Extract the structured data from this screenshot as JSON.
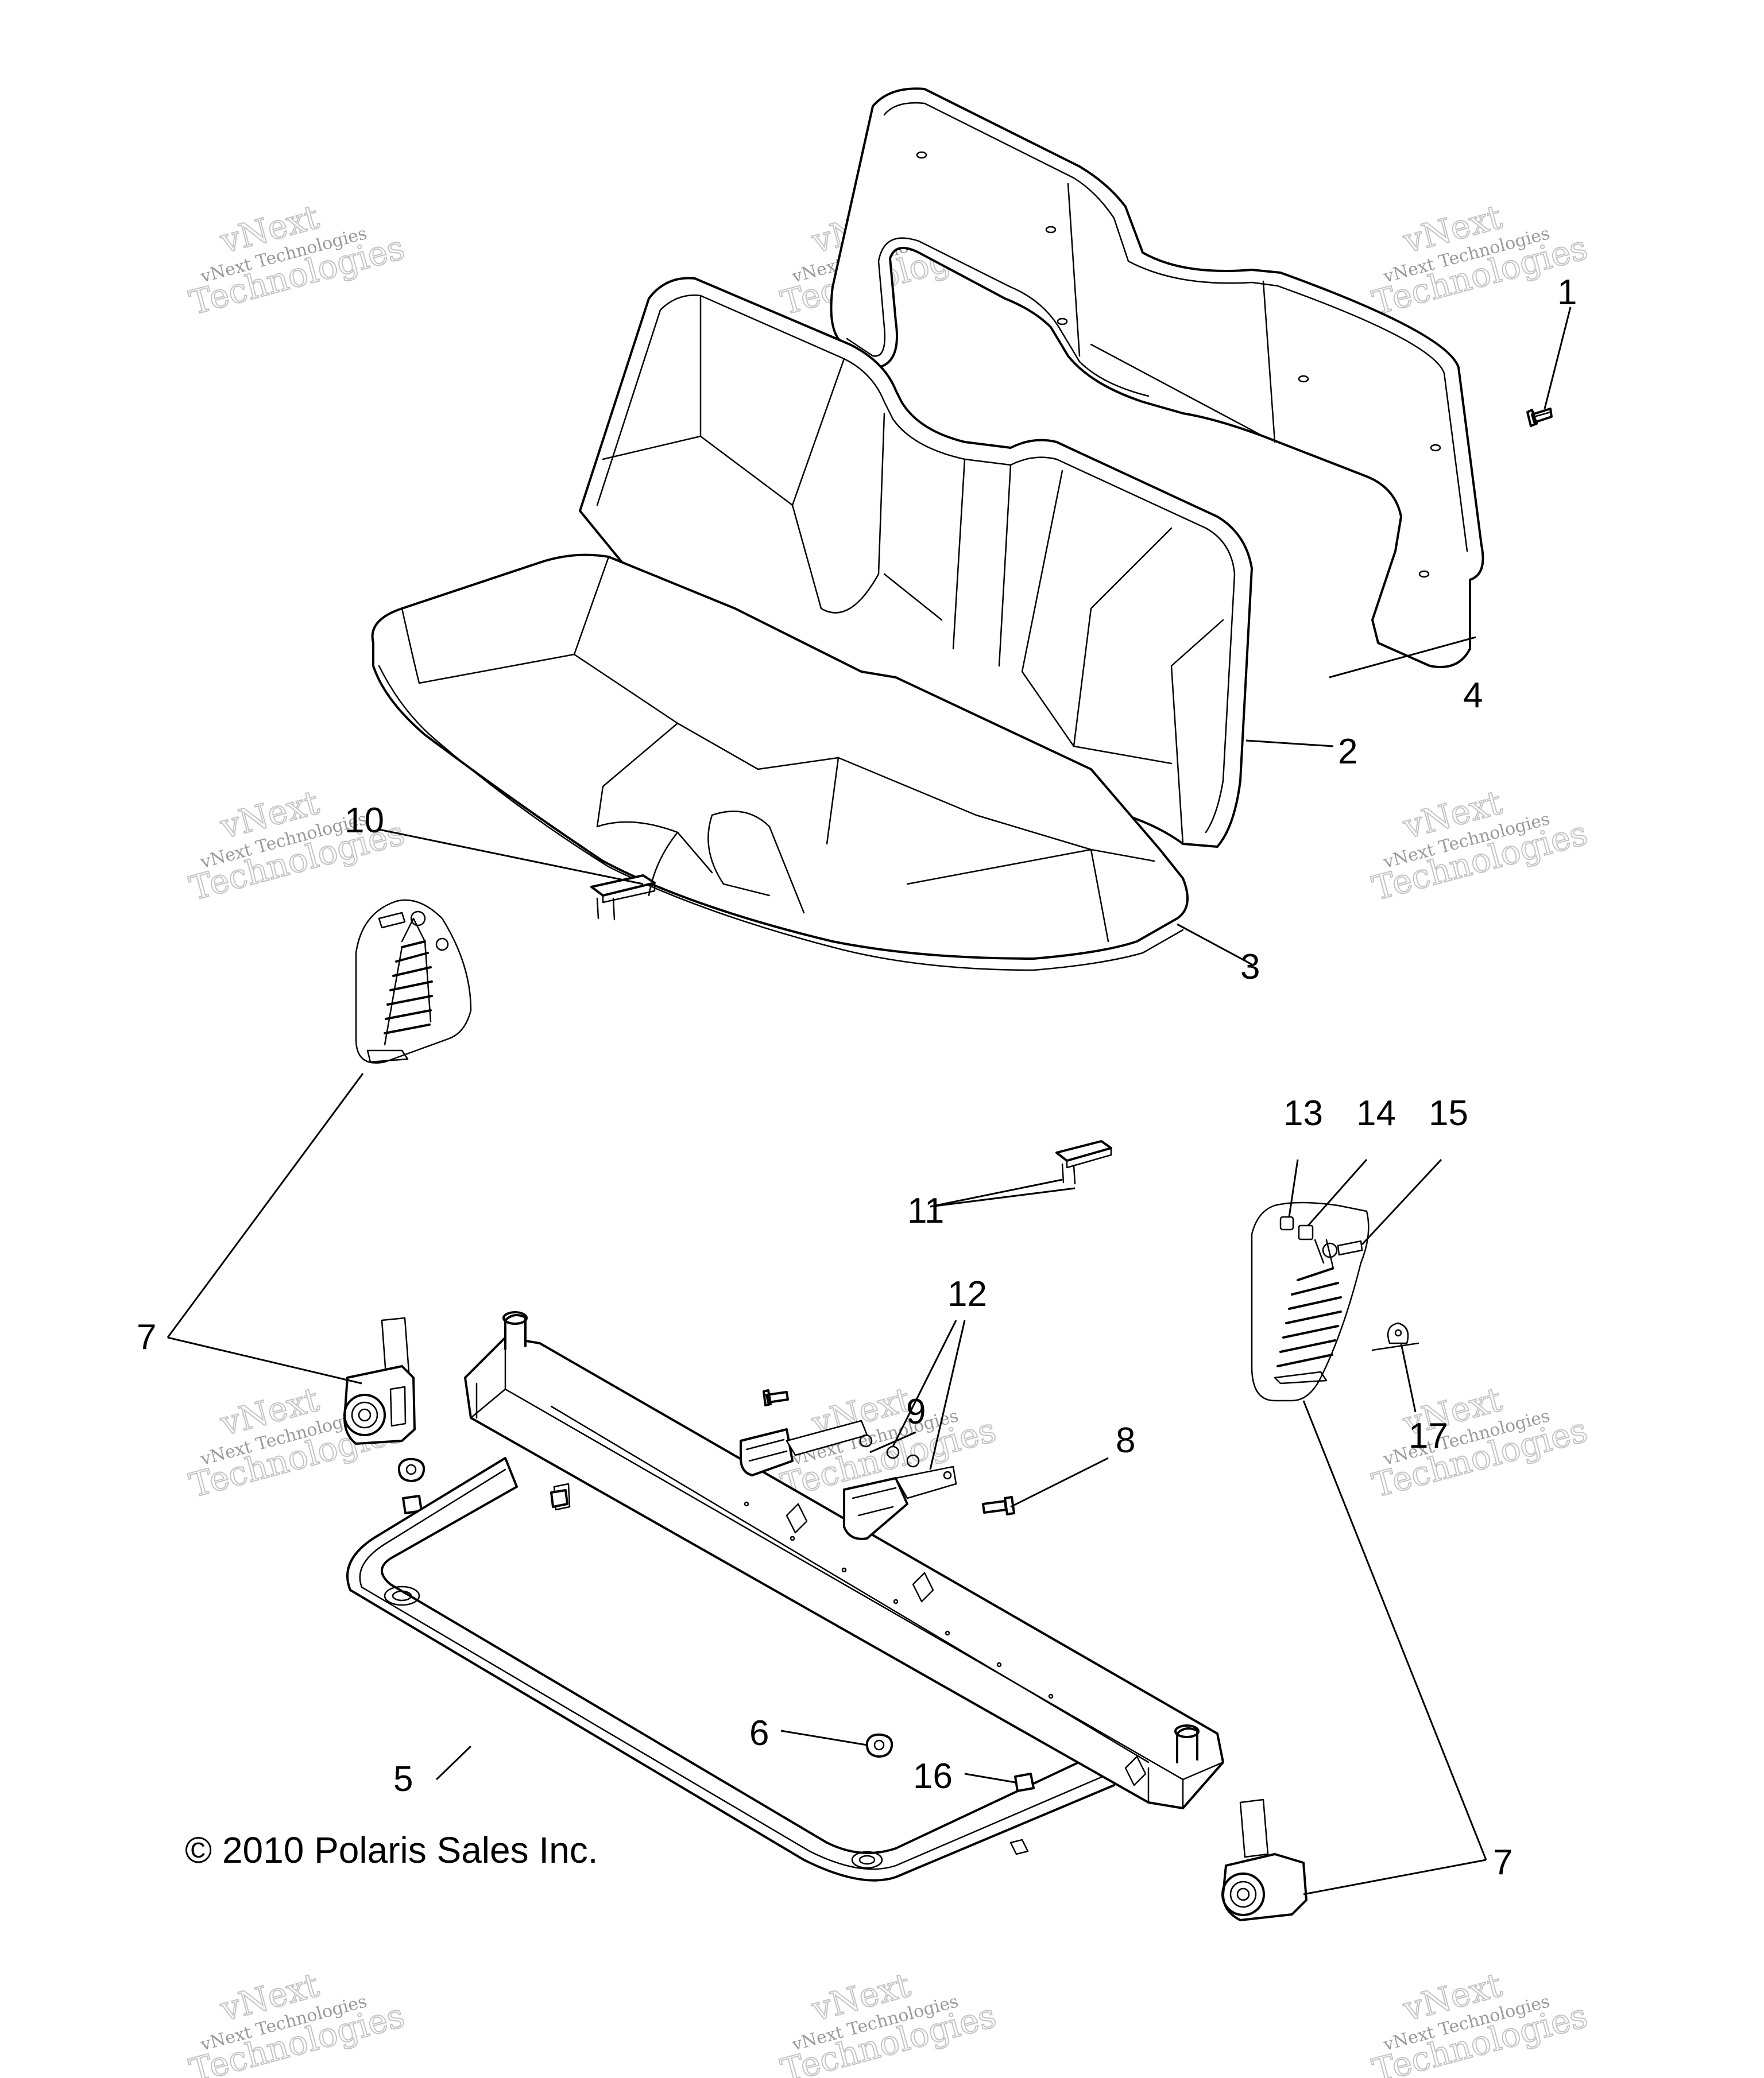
{
  "callouts": [
    "1",
    "2",
    "3",
    "4",
    "5",
    "6",
    "7",
    "7",
    "8",
    "9",
    "10",
    "11",
    "12",
    "13",
    "14",
    "15",
    "16",
    "17"
  ],
  "copyright": "© 2010 Polaris Sales Inc.",
  "watermark": {
    "line1": "vNext Technologies",
    "line2": "vNext",
    "line3": "Technologies"
  }
}
